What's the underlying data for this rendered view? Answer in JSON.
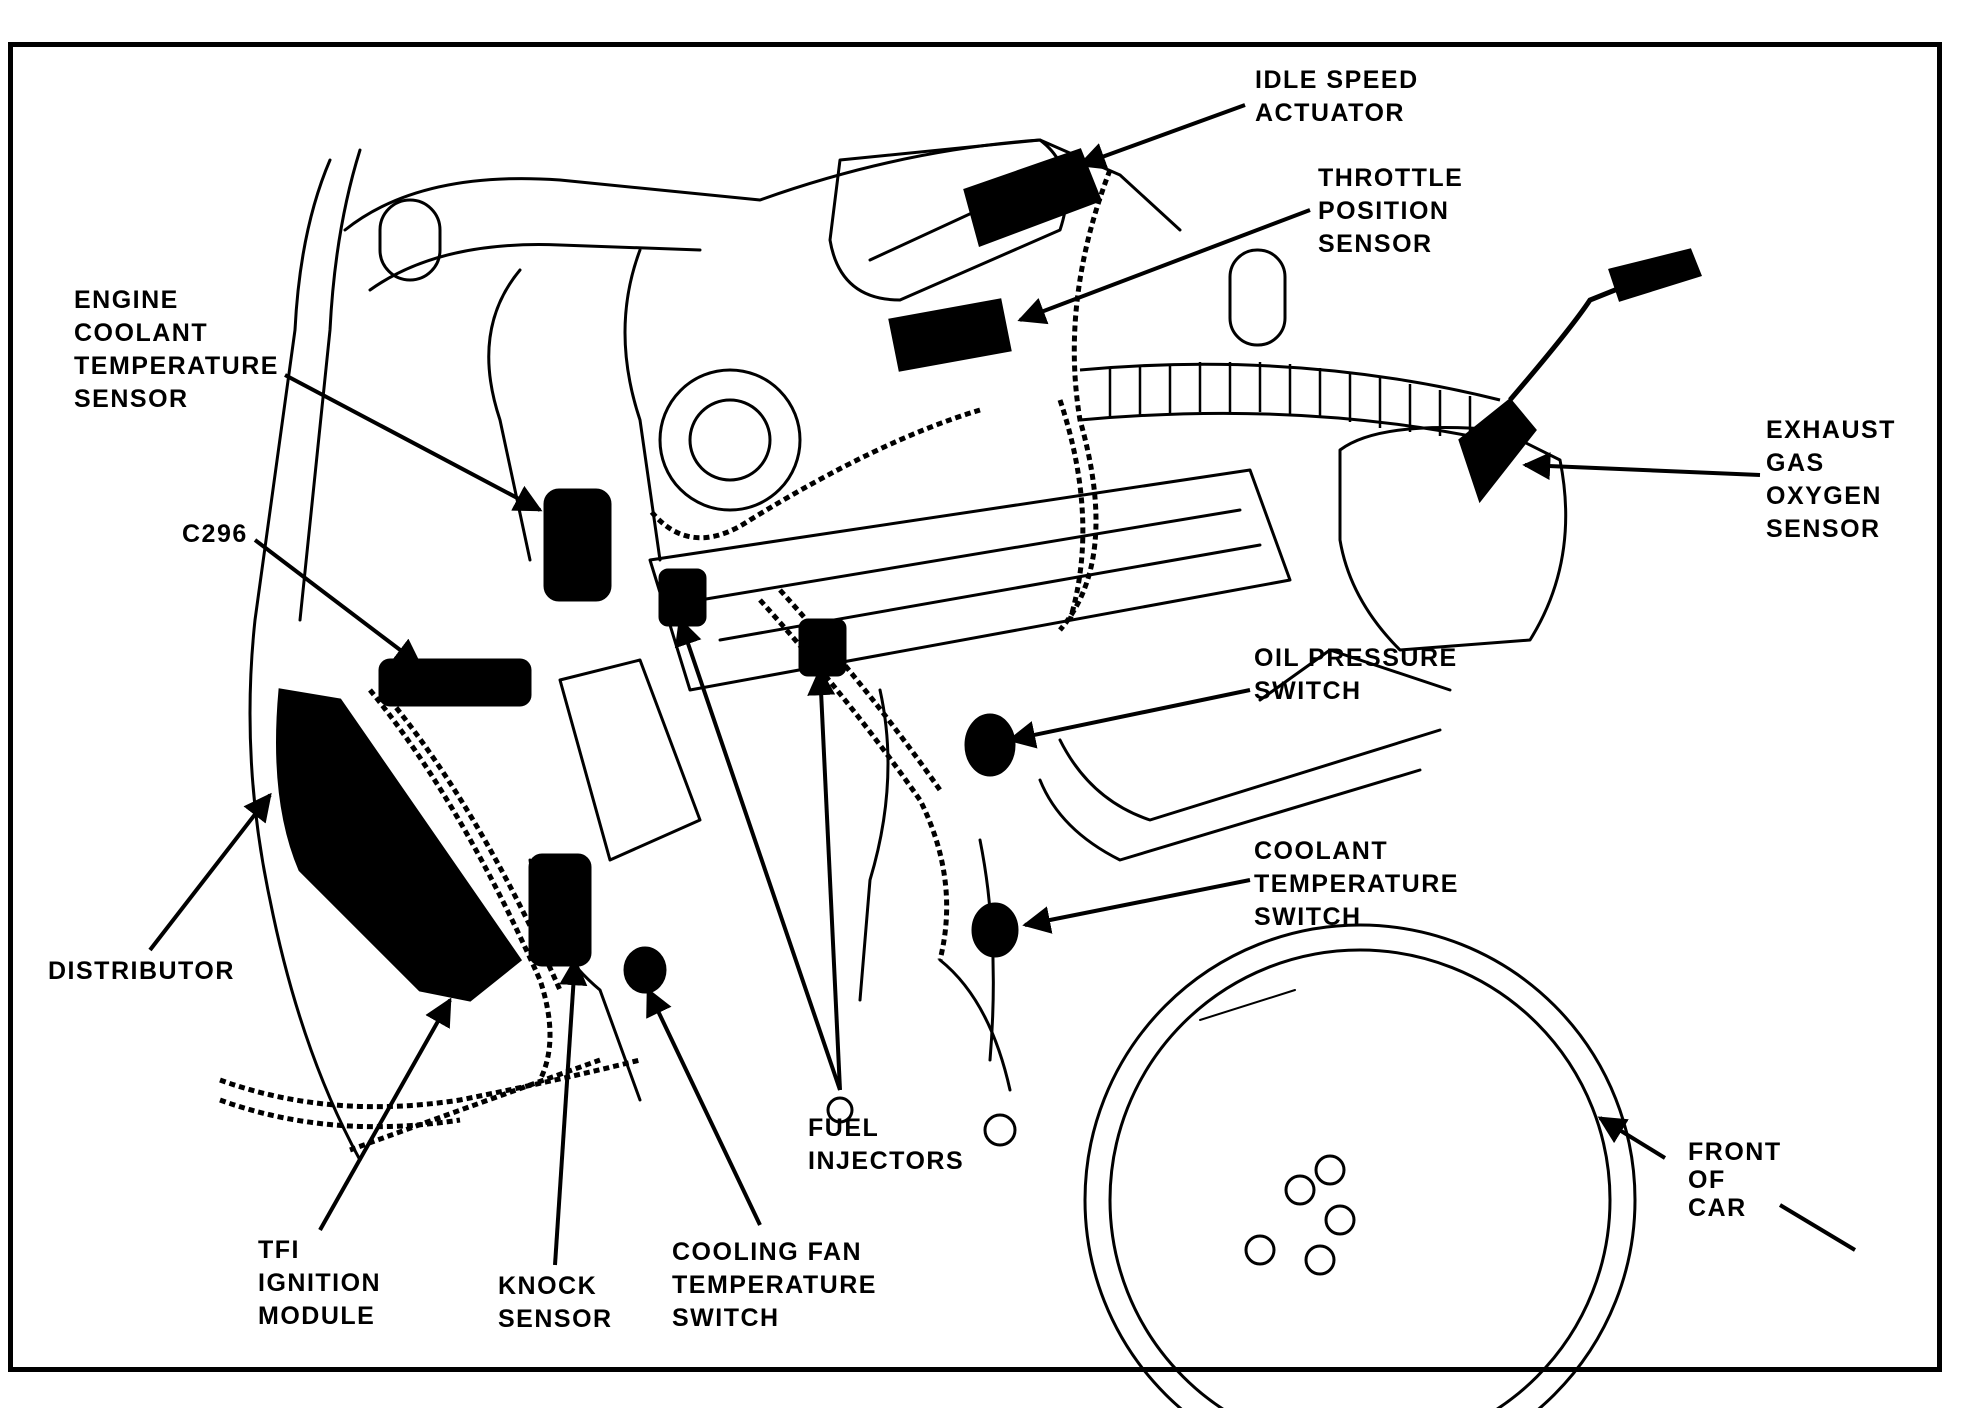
{
  "labels": {
    "idle_speed_actuator": [
      "IDLE SPEED",
      "ACTUATOR"
    ],
    "throttle_position_sensor": [
      "THROTTLE",
      "POSITION",
      "SENSOR"
    ],
    "engine_coolant_temperature_sensor": [
      "ENGINE",
      "COOLANT",
      "TEMPERATURE",
      "SENSOR"
    ],
    "c296": [
      "C296"
    ],
    "exhaust_gas_oxygen_sensor": [
      "EXHAUST",
      "GAS",
      "OXYGEN",
      "SENSOR"
    ],
    "oil_pressure_switch": [
      "OIL PRESSURE",
      "SWITCH"
    ],
    "coolant_temperature_switch": [
      "COOLANT",
      "TEMPERATURE",
      "SWITCH"
    ],
    "distributor": [
      "DISTRIBUTOR"
    ],
    "fuel_injectors": [
      "FUEL",
      "INJECTORS"
    ],
    "front_of_car": [
      "FRONT",
      "OF",
      "CAR"
    ],
    "tfi_ignition_module": [
      "TFI",
      "IGNITION",
      "MODULE"
    ],
    "knock_sensor": [
      "KNOCK",
      "SENSOR"
    ],
    "cooling_fan_temperature_switch": [
      "COOLING FAN",
      "TEMPERATURE",
      "SWITCH"
    ]
  },
  "colors": {
    "ink": "#000000",
    "paper": "#ffffff"
  }
}
